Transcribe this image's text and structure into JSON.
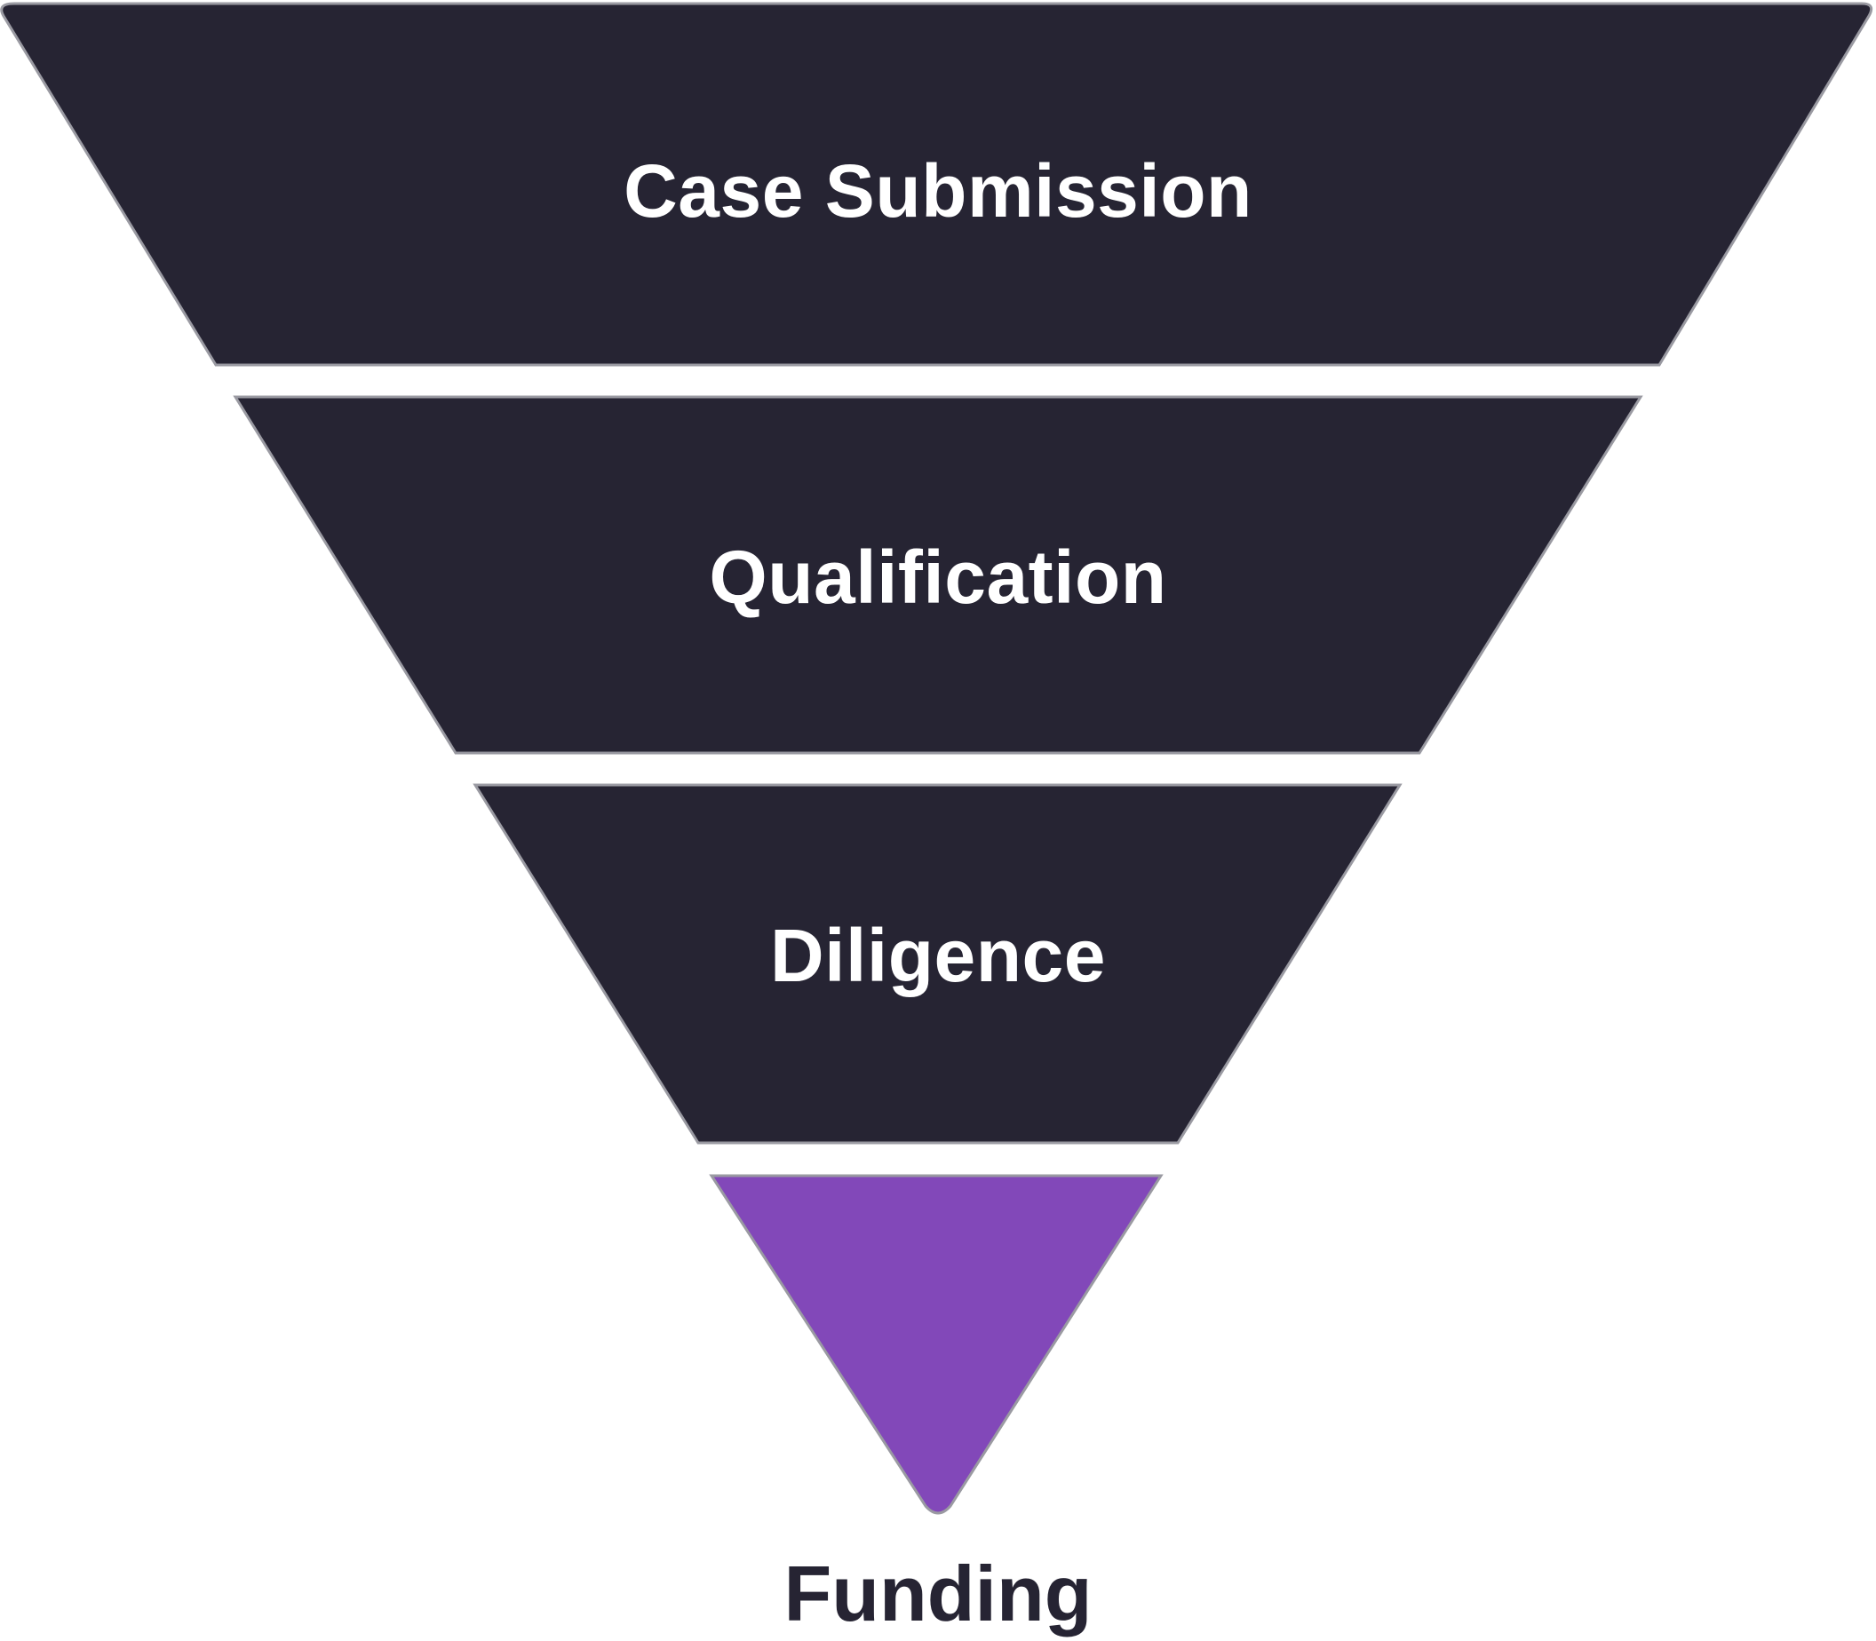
{
  "colors": {
    "stage_fill": "#262433",
    "stage_stroke": "#9a9aa2",
    "final_fill": "#8248b9",
    "final_label": "#262433",
    "stage_label": "#ffffff",
    "background": "#ffffff"
  },
  "stages": [
    {
      "label": "Case Submission"
    },
    {
      "label": "Qualification"
    },
    {
      "label": "Diligence"
    }
  ],
  "final_stage": {
    "label": "Funding"
  }
}
